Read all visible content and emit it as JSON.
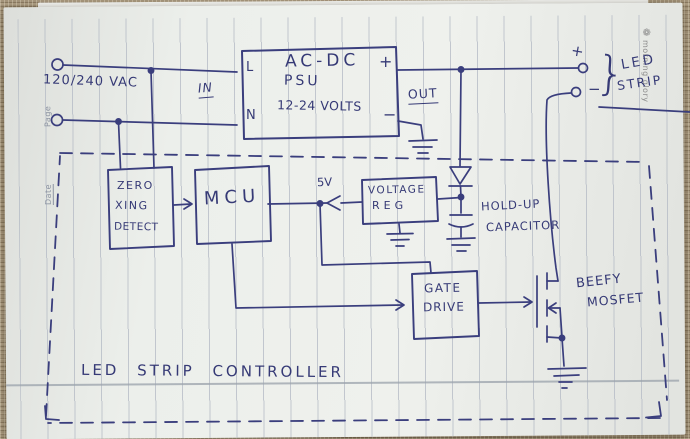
{
  "meta": {
    "description": "Hand-drawn block diagram of an LED strip controller on ruled notepad paper",
    "ink_color": "#3a3e7d",
    "paper_color": "#e9ebe7",
    "ruling_color": "#b6bcc6",
    "fabric_color": "#a4947a"
  },
  "paper": {
    "page_label": "Page",
    "date_label": "Date",
    "brand": "morning glory",
    "brand_icon": "❁"
  },
  "diagram": {
    "title": "LED STRIP CONTROLLER",
    "source": {
      "voltage": "120/240 VAC",
      "in": "IN"
    },
    "psu": {
      "l": "L",
      "n": "N",
      "name1": "AC-DC",
      "name2": "PSU",
      "rating": "12-24 VOLTS",
      "plus": "+",
      "minus": "−",
      "out": "OUT"
    },
    "led": {
      "plus": "+",
      "minus": "−",
      "brace": "}",
      "name1": "LED",
      "name2": "STRIP"
    },
    "zero_cross": {
      "l1": "ZERO",
      "l2": "XING",
      "l3": "DETECT"
    },
    "mcu": "MCU",
    "v5": "5V",
    "vreg": {
      "l1": "VOLTAGE",
      "l2": "REG"
    },
    "holdup": {
      "l1": "HOLD-UP",
      "l2": "CAPACITOR"
    },
    "gate": {
      "l1": "GATE",
      "l2": "DRIVE"
    },
    "mosfet": {
      "l1": "BEEFY",
      "l2": "MOSFET"
    }
  }
}
